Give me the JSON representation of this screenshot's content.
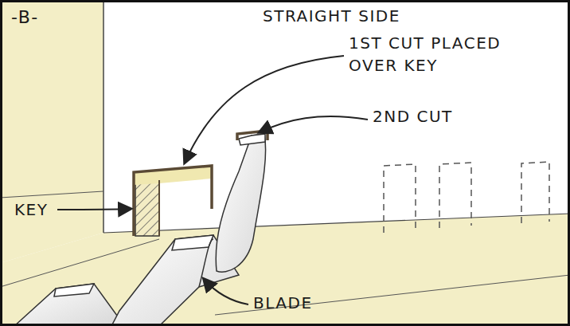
{
  "diagram": {
    "labels": [
      "-B-",
      "STRAIGHT SIDE",
      "1ST CUT PLACED OVER KEY",
      "2ND CUT",
      "KEY",
      "BLADE"
    ]
  }
}
